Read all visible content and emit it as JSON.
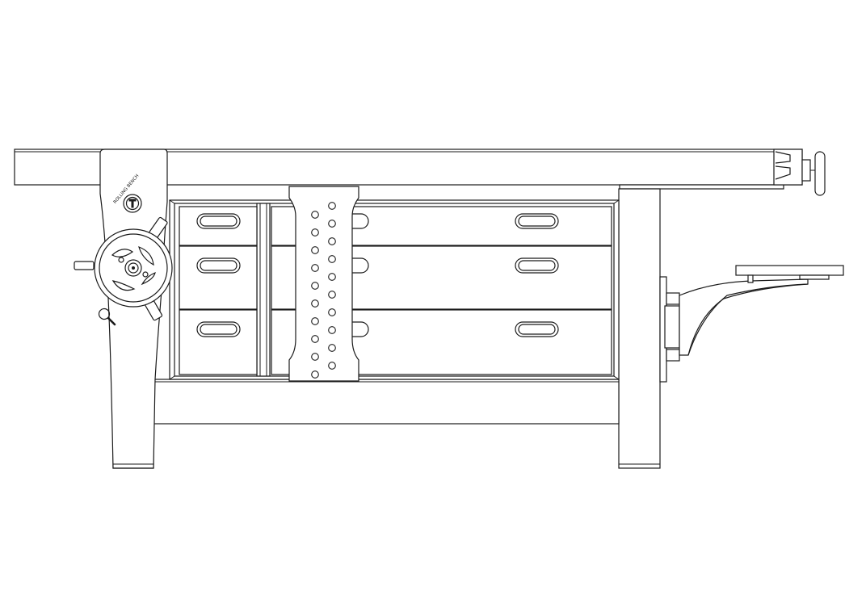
{
  "drawing": {
    "background": "#ffffff",
    "line_color": "#1a1a1a",
    "logo": {
      "text": "ROLLING BENCH",
      "icon": "badge-logo"
    },
    "zoom_icon": "magnifier-icon",
    "drawers": {
      "left_column_count": 3,
      "right_column_count": 3,
      "handle_type": "slot-pull"
    },
    "dog_holes": {
      "columns": 2,
      "rows": 10
    }
  }
}
